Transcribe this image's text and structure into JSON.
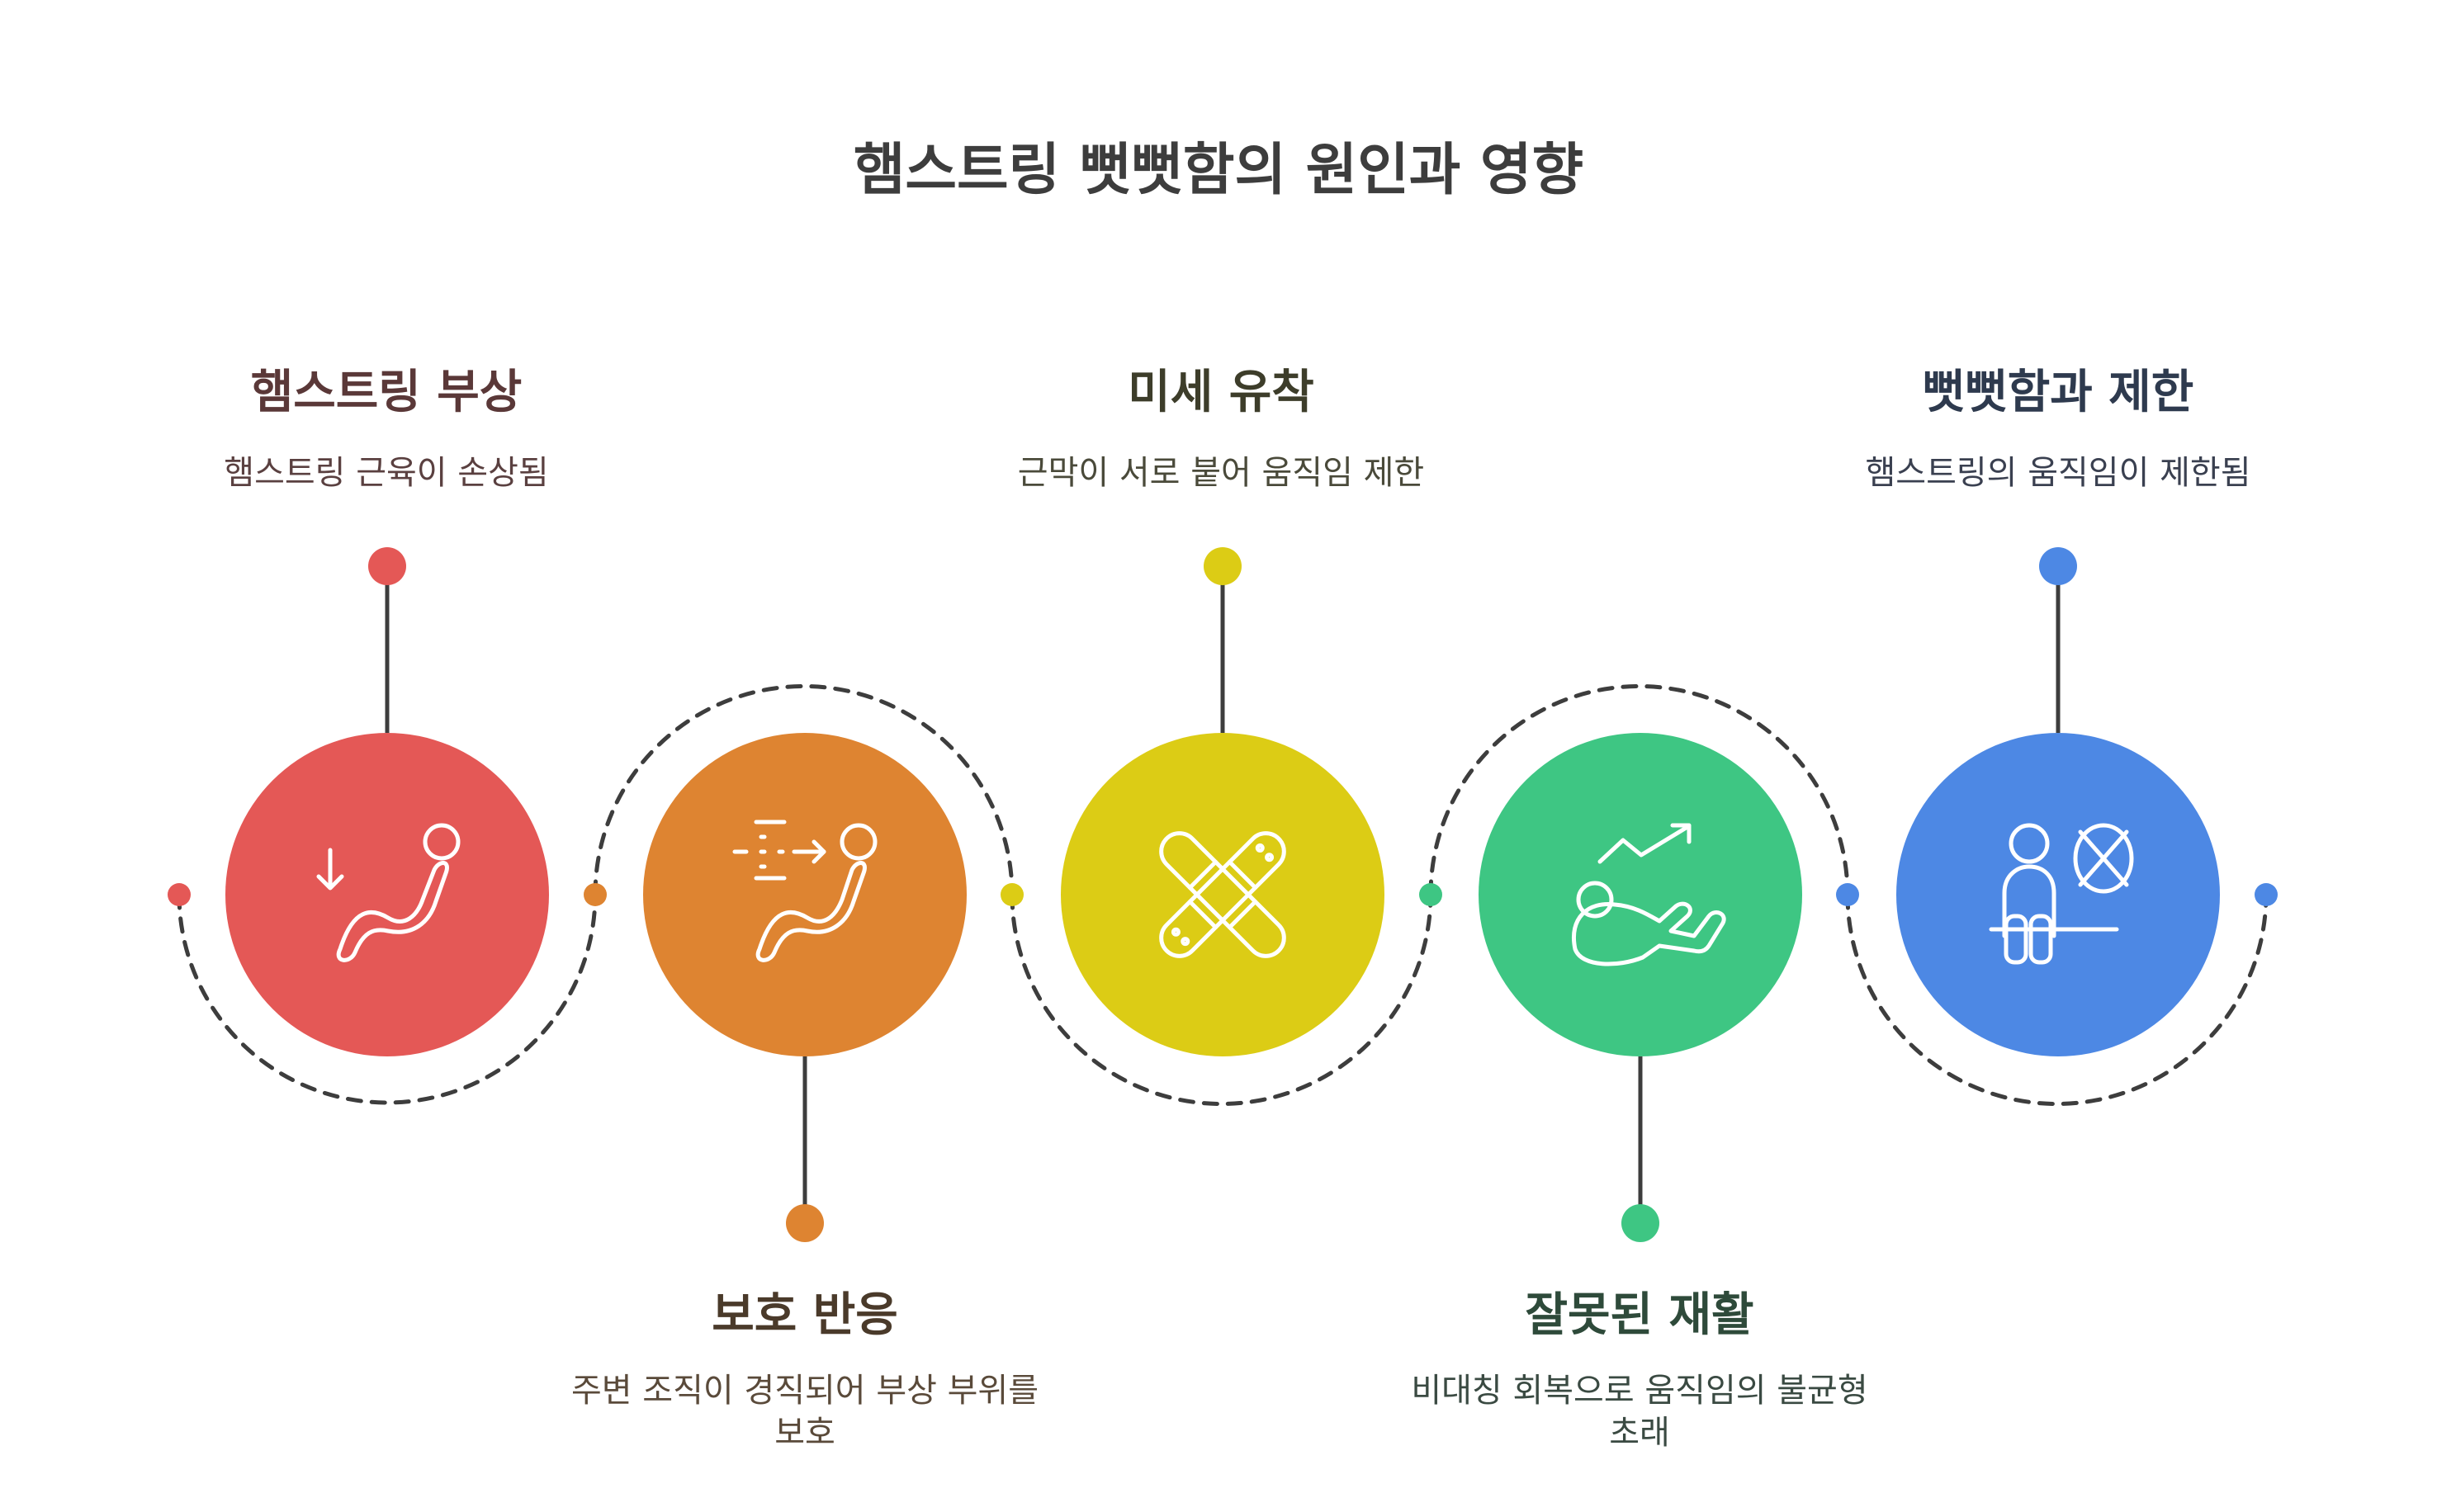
{
  "title": "햄스트링 뻣뻣함의 원인과 영향",
  "colors": {
    "step1": "#e45856",
    "step2": "#de8431",
    "step3": "#dccc15",
    "step4": "#3ec683",
    "step5": "#4d88e4",
    "connector": "#3d3d3d"
  },
  "steps": [
    {
      "heading": "햄스트링 부상",
      "description": "햄스트링 근육이 손상됨",
      "icon": "person-falling-icon"
    },
    {
      "heading": "보호 반응",
      "description_line1": "주변 조직이 경직되어 부상 부위를",
      "description_line2": "보호",
      "icon": "person-speed-lines-icon"
    },
    {
      "heading": "미세 유착",
      "description": "근막이 서로 붙어 움직임 제한",
      "icon": "bandage-icon"
    },
    {
      "heading": "잘못된 재활",
      "description_line1": "비대칭 회복으로 움직임의 불균형",
      "description_line2": "초래",
      "icon": "person-rehab-trend-icon"
    },
    {
      "heading": "뻣뻣함과 제한",
      "description": "햄스트링의 움직임이 제한됨",
      "icon": "person-restricted-icon"
    }
  ]
}
